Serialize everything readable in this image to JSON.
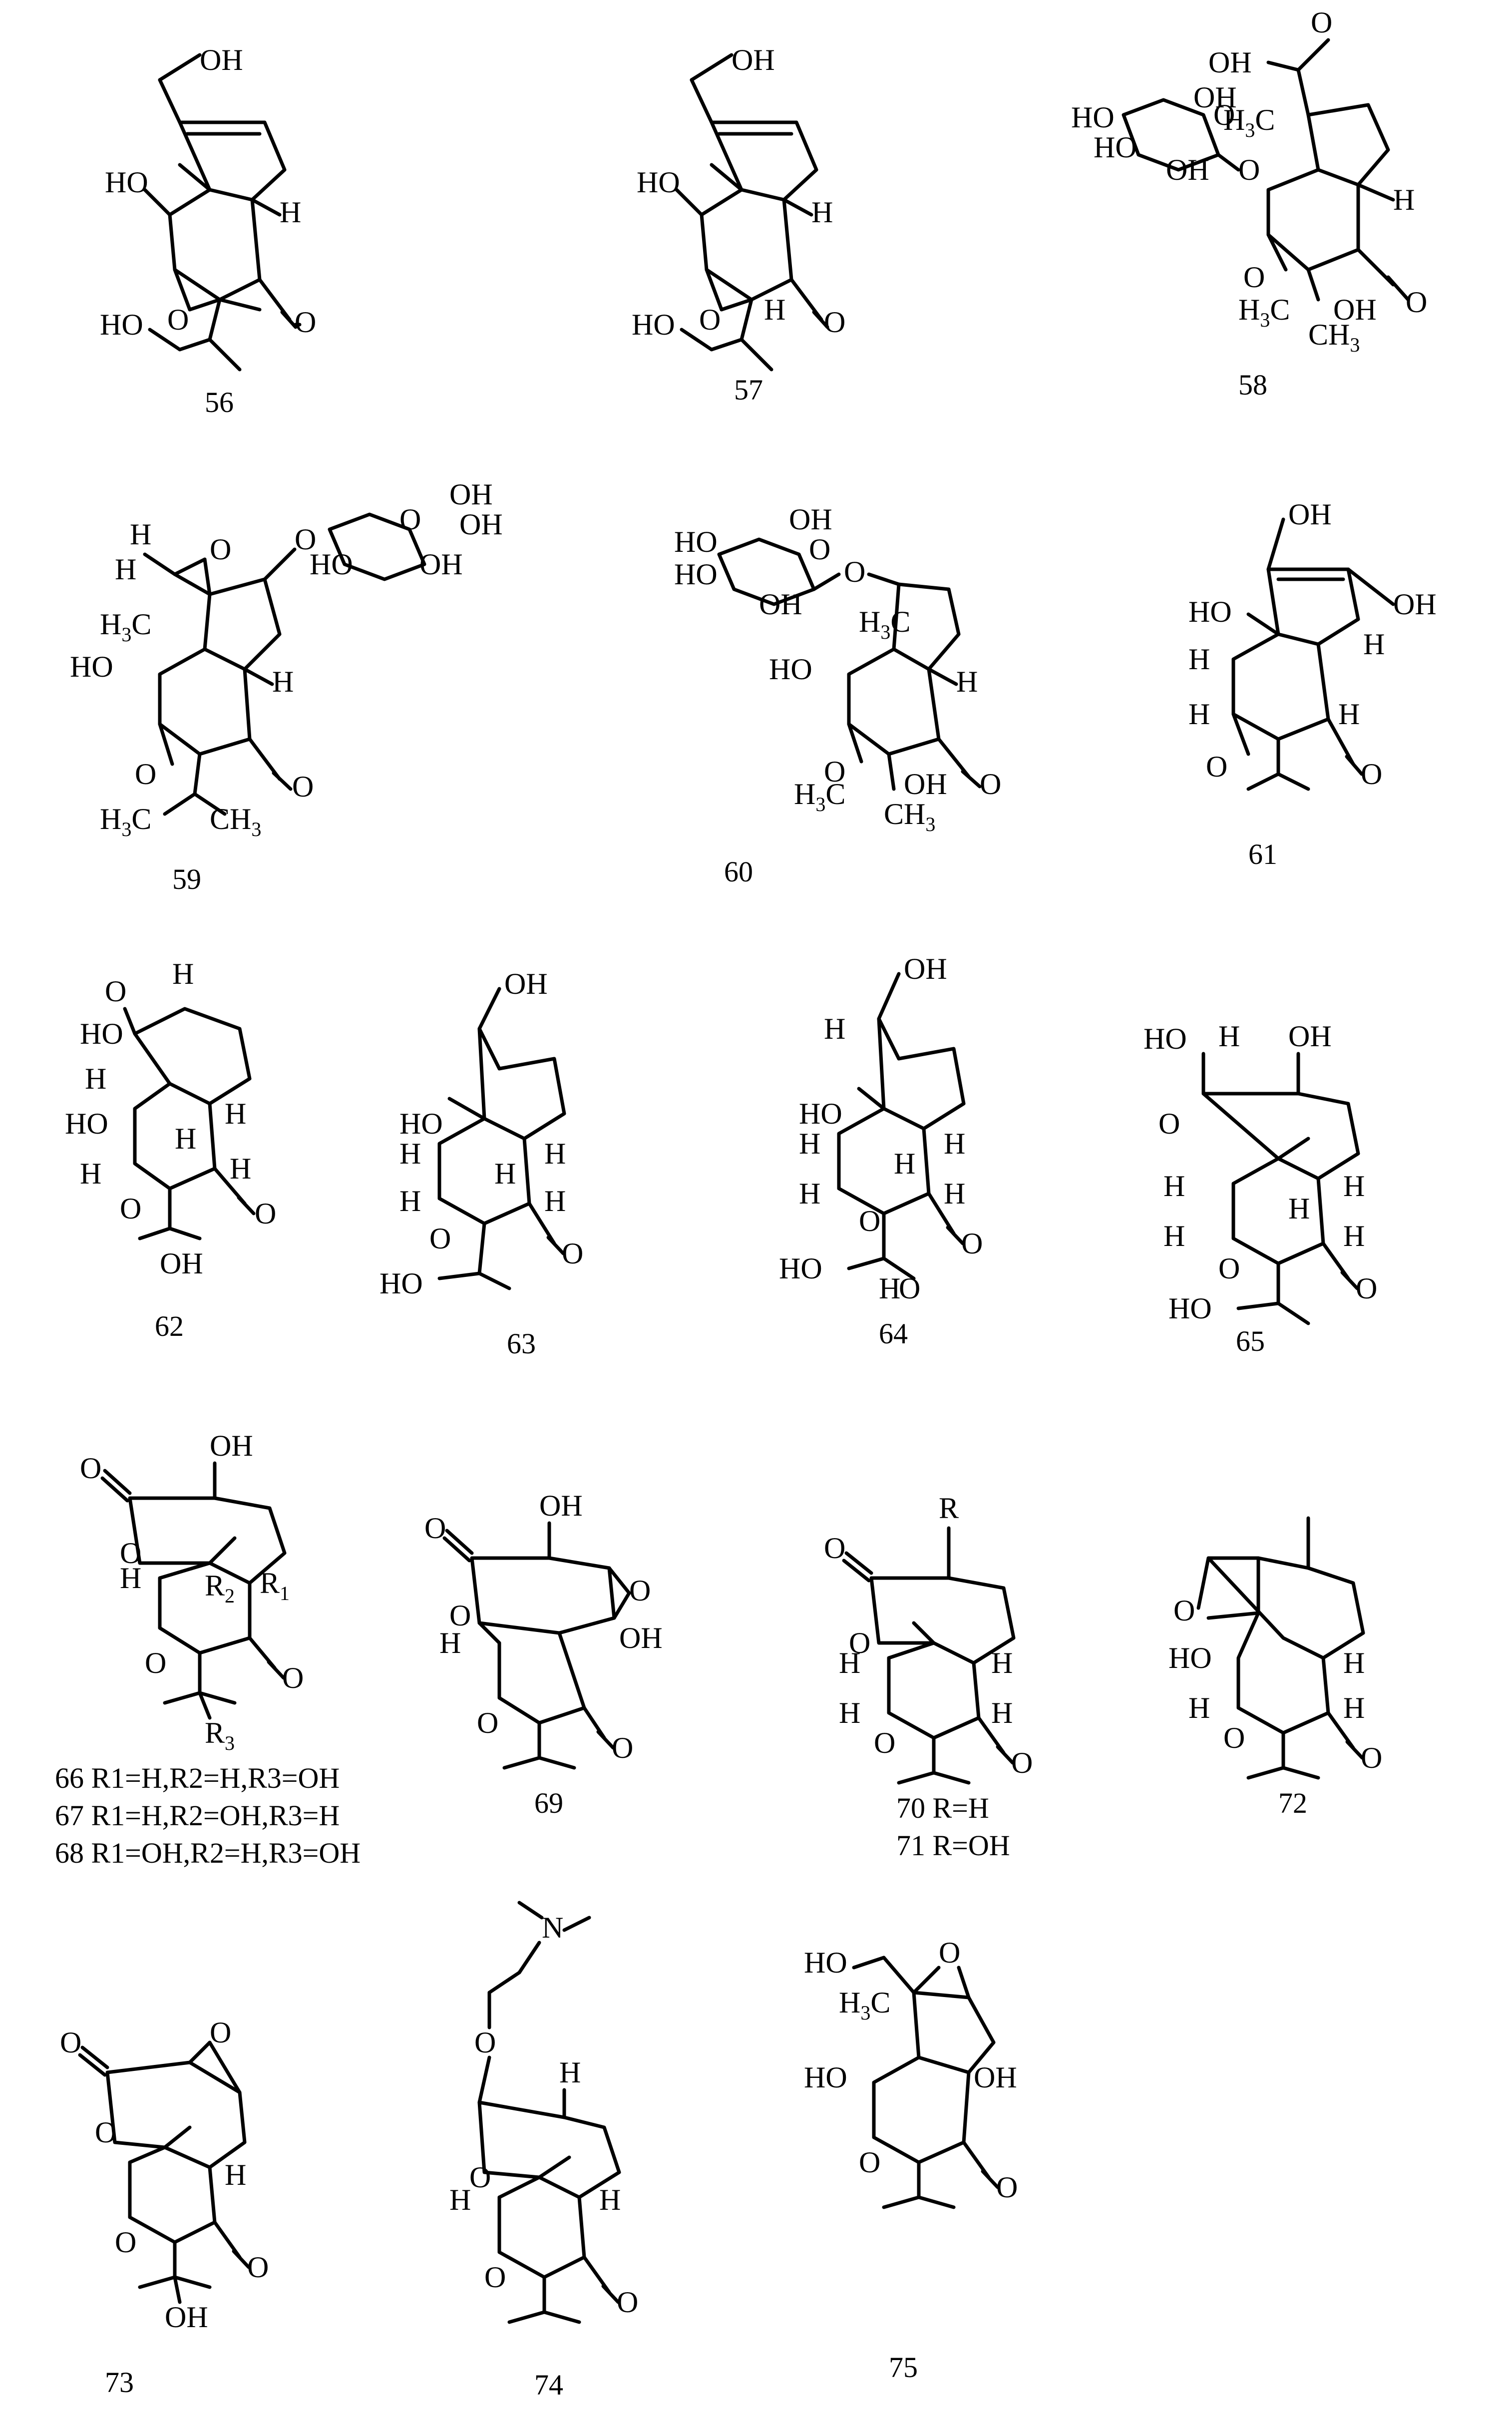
{
  "figure": {
    "compounds": [
      {
        "id": "c56",
        "number": "56"
      },
      {
        "id": "c57",
        "number": "57"
      },
      {
        "id": "c58",
        "number": "58"
      },
      {
        "id": "c59",
        "number": "59"
      },
      {
        "id": "c60",
        "number": "60"
      },
      {
        "id": "c61",
        "number": "61"
      },
      {
        "id": "c62",
        "number": "62"
      },
      {
        "id": "c63",
        "number": "63"
      },
      {
        "id": "c64",
        "number": "64"
      },
      {
        "id": "c65",
        "number": "65"
      },
      {
        "id": "c69",
        "number": "69"
      },
      {
        "id": "c72",
        "number": "72"
      },
      {
        "id": "c73",
        "number": "73"
      },
      {
        "id": "c74",
        "number": "74"
      },
      {
        "id": "c75",
        "number": "75"
      }
    ],
    "captions": {
      "c66_68": [
        "66 R1=H,R2=H,R3=OH",
        "67 R1=H,R2=OH,R3=H",
        "68 R1=OH,R2=H,R3=OH"
      ],
      "c70_71": [
        "70 R=H",
        "71 R=OH"
      ]
    },
    "atoms": {
      "OH": "OH",
      "HO": "HO",
      "H": "H",
      "O": "O",
      "R": "R",
      "N": "N",
      "H3C": "H3C",
      "CH3": "CH3",
      "R1": "R1",
      "R2": "R2",
      "R3": "R3"
    }
  }
}
